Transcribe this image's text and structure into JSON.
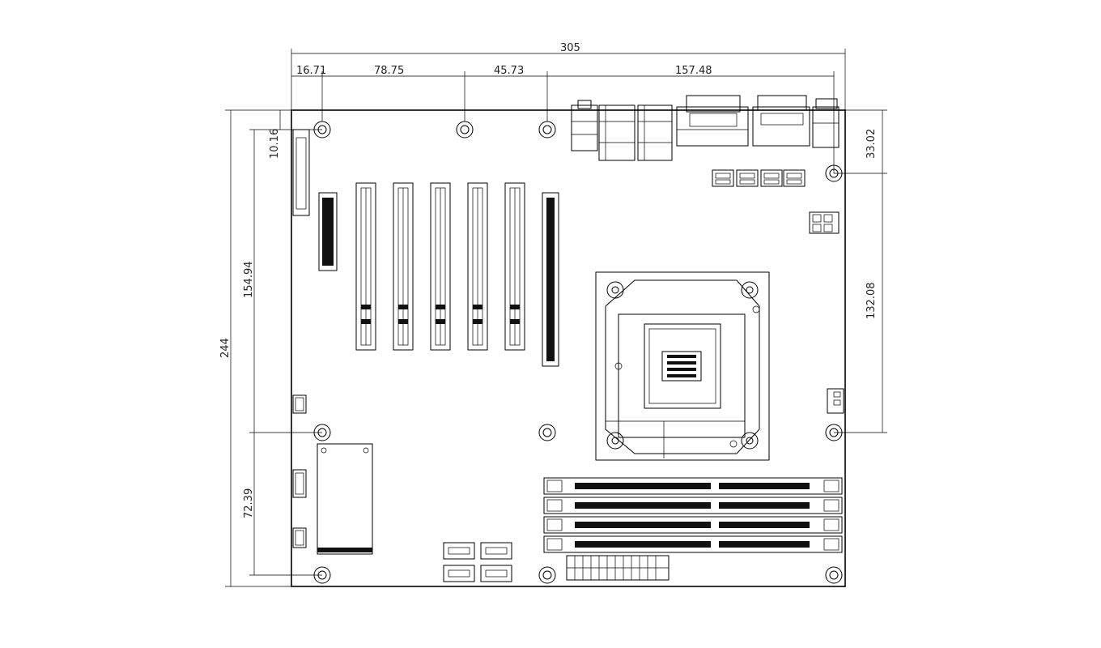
{
  "dimensions": {
    "overall_width": "305",
    "overall_height": "244",
    "top_offsets": [
      "16.71",
      "78.75",
      "45.73",
      "157.48"
    ],
    "left_top_offset": "10.16",
    "left_mid": "154.94",
    "left_bottom": "72.39",
    "right_top": "33.02",
    "right_mid": "132.08"
  }
}
